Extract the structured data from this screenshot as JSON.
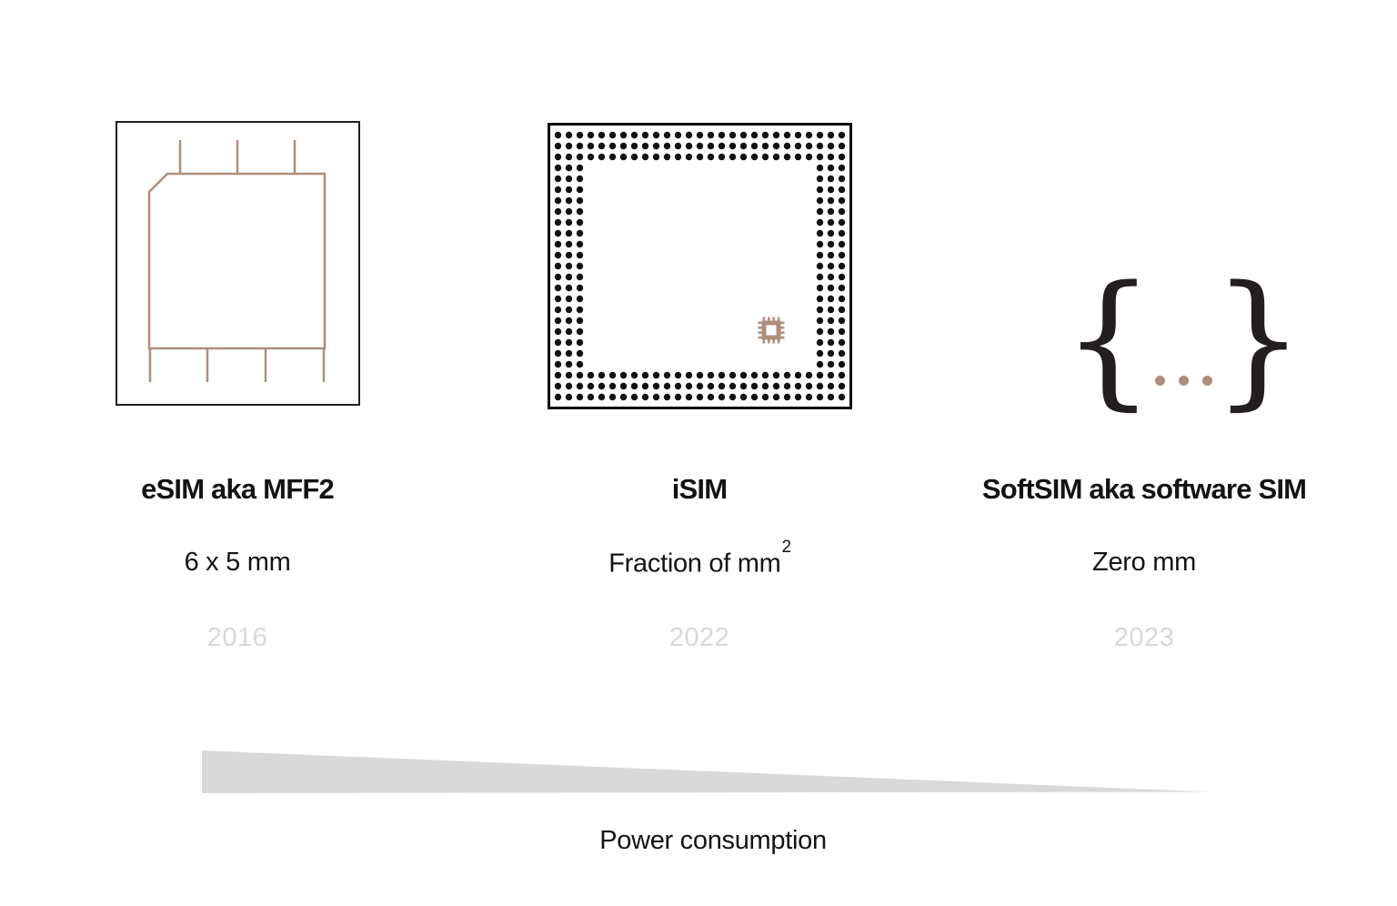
{
  "colors": {
    "tan": "#ae8e7b",
    "ink": "#131313",
    "outline": "#1f1f1f",
    "frame": "#0d0d0d",
    "year": "#d8d8d8",
    "wedge": "#d9d9d9",
    "dot": "#111111"
  },
  "columns": [
    {
      "illustration_icon": "esim-mff2-module-icon",
      "title": "eSIM aka MFF2",
      "size": "6 x 5 mm",
      "year": "2016"
    },
    {
      "illustration_icon": "isim-bga-die-icon",
      "title": "iSIM",
      "size": "Fraction of mm",
      "size_sup": "2",
      "year": "2022"
    },
    {
      "illustration_icon": "softsim-code-braces-icon",
      "title": "SoftSIM aka software SIM",
      "size": "Zero mm",
      "year": "2023",
      "brace_left": "{",
      "brace_right": "}"
    }
  ],
  "footer": {
    "power_label": "Power consumption"
  }
}
